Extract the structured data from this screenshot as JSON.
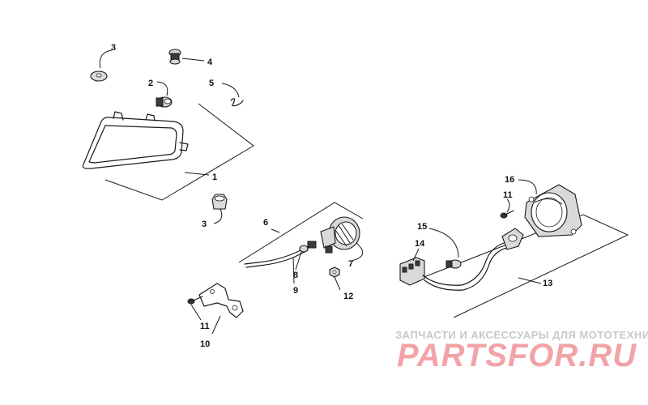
{
  "callouts": {
    "c1": "1",
    "c2": "2",
    "c3a": "3",
    "c3b": "3",
    "c4": "4",
    "c5": "5",
    "c6": "6",
    "c7": "7",
    "c8": "8",
    "c9": "9",
    "c10": "10",
    "c11a": "11",
    "c11b": "11",
    "c12": "12",
    "c13": "13",
    "c14": "14",
    "c15": "15",
    "c16": "16"
  },
  "watermark": {
    "tagline": "ЗАПЧАСТИ И АКСЕССУАРЫ ДЛЯ МОТОТЕХНИКИ",
    "brand": "PARTSFOR.RU"
  },
  "colors": {
    "line": "#1a1a1a",
    "watermark_brand": "#f2a3a8",
    "watermark_tagline": "#c8c8c8"
  }
}
